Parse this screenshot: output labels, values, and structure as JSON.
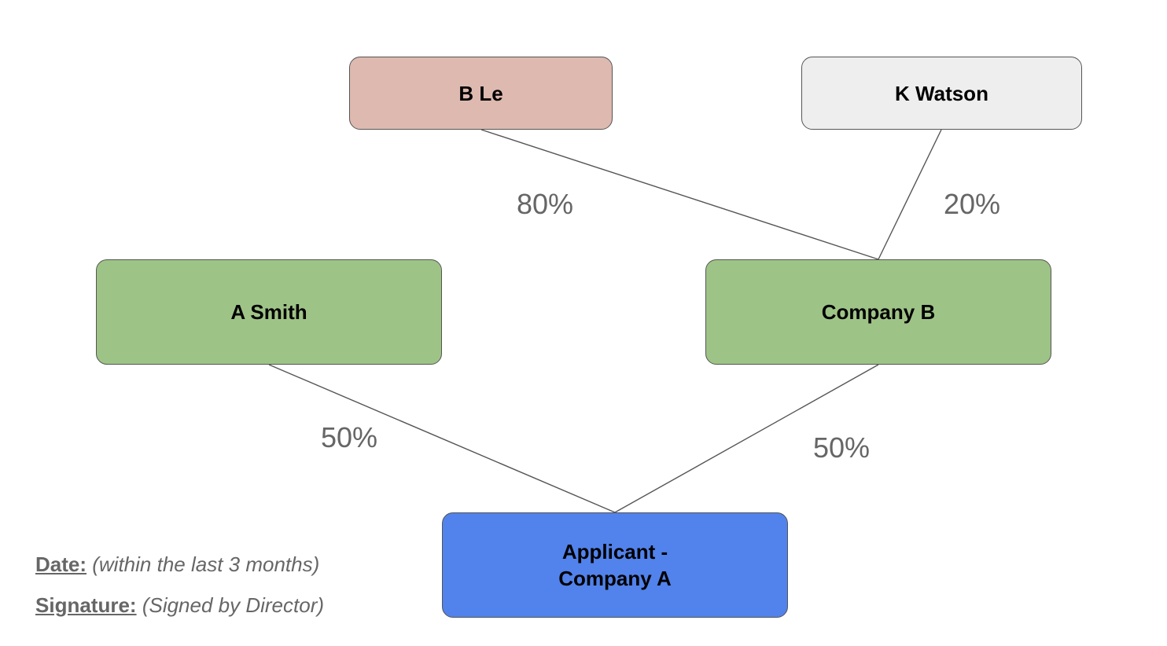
{
  "nodes": {
    "b_le": {
      "label": "B Le",
      "fill": "#deb9b0"
    },
    "k_watson": {
      "label": "K Watson",
      "fill": "#eeeeee"
    },
    "a_smith": {
      "label": "A Smith",
      "fill": "#9ec386"
    },
    "company_b": {
      "label": "Company B",
      "fill": "#9ec386"
    },
    "company_a": {
      "label": "Applicant -\nCompany A",
      "fill": "#5282eb"
    }
  },
  "edges": [
    {
      "from": "B Le",
      "to": "Company B",
      "label": "80%"
    },
    {
      "from": "K Watson",
      "to": "Company B",
      "label": "20%"
    },
    {
      "from": "A Smith",
      "to": "Applicant - Company A",
      "label": "50%"
    },
    {
      "from": "Company B",
      "to": "Applicant - Company A",
      "label": "50%"
    }
  ],
  "footer": {
    "date_label": "Date:",
    "date_value": "(within the last 3 months)",
    "signature_label": "Signature:",
    "signature_value": "(Signed by Director)"
  },
  "colors": {
    "line": "#555555",
    "percent_text": "#666666"
  }
}
